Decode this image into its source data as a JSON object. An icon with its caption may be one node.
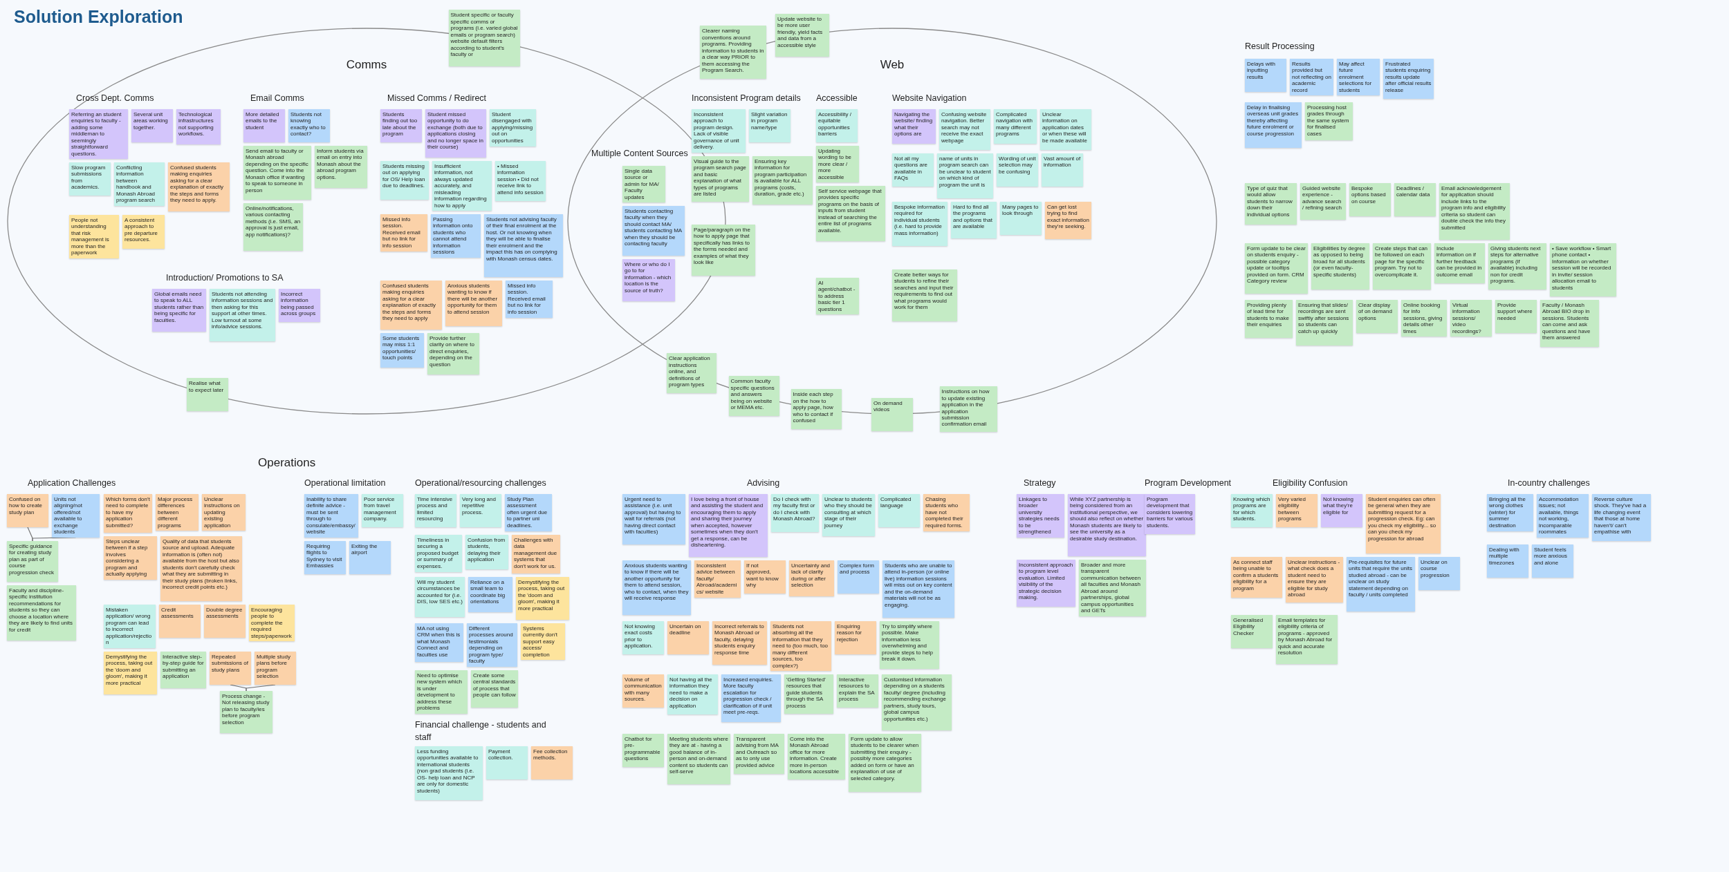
{
  "diagram": {
    "title": "Solution Exploration",
    "nodes": [
      {
        "text": [
          "Comms"
        ]
      },
      {
        "text": [
          "Web"
        ]
      },
      {
        "text": [
          "Student specific or faculty specific comms or programs (i.e. varied global emails or program search) website default filters according to student's faculty or"
        ]
      },
      {
        "text": [
          "Referring an student enquiries to faculty - adding some middleman to seemingly straightforward questions."
        ],
        "in": 0
      },
      {
        "text": [
          "Several unit areas working together."
        ],
        "in": 0
      },
      {
        "text": [
          "Technological infrastructures not supporting workflows."
        ],
        "in": 0
      },
      {
        "text": [
          "Slow program submissions from academics."
        ],
        "in": 0
      },
      {
        "text": [
          "Conflicting information between handbook and Monash Abroad program search"
        ],
        "in": 0
      },
      {
        "text": [
          "Confused students making enquiries asking for a clear explanation of exactly the steps and forms they need to apply."
        ],
        "in": 0
      },
      {
        "text": [
          "People not understanding that risk management is more than the paperwork"
        ],
        "in": 0
      },
      {
        "text": [
          "A consistent approach to pre departure resources."
        ],
        "in": 0
      },
      {
        "text": [
          "More detailed emails to the student"
        ],
        "in": 0
      },
      {
        "text": [
          "Students not knowing exactly who to contact?"
        ],
        "in": 0
      },
      {
        "text": [
          "Send email to faculty or Monash abroad depending on the specific question. Come into the Monash office if wanting to speak to someone in person"
        ],
        "in": 0
      },
      {
        "text": [
          "Inform students via email on entry into Monash about the abroad program options."
        ],
        "in": 0
      },
      {
        "text": [
          "Online/notifications, various contacting methods (i.e. SMS, an approval is just email, app notifications)?"
        ],
        "in": 0
      },
      {
        "text": [
          "Students finding out too late about the program"
        ],
        "in": 0
      },
      {
        "text": [
          "Student missed opportunity to do exchange (both due to applications closing and no longer space in their course)"
        ],
        "in": 0
      },
      {
        "text": [
          "Student disengaged with applying/missing out on opportunities"
        ],
        "in": 0
      },
      {
        "text": [
          "Students missing out on applying for OS/ Help loan due to deadlines."
        ],
        "in": 0
      },
      {
        "text": [
          "Insufficient information, not always updated accurately, and misleading information regarding how to apply"
        ],
        "in": 0
      },
      {
        "text": [
          "• Missed information session • Did not receive link to attend info session"
        ],
        "in": 0
      },
      {
        "text": [
          "Missed info session. Received email but no link for info session"
        ],
        "in": 0
      },
      {
        "text": [
          "Passing information onto students who cannot attend information sessions"
        ],
        "in": 0
      },
      {
        "text": [
          "Students not advising faculty of their final enrolment at the host. Or not knowing when they will be able to finalise their enrolment and the impact this has on complying with Monash census dates."
        ],
        "in": 0
      },
      {
        "text": [
          "Confused students making enquiries asking for a clear explanation of exactly the steps and forms they need to apply"
        ],
        "in": 0
      },
      {
        "text": [
          "Anxious students wanting to know if there will be another opportunity for them to attend session"
        ],
        "in": 0
      },
      {
        "text": [
          "Missed info session. Received email but no link for info session"
        ],
        "in": 0
      },
      {
        "text": [
          "Some students may miss 1:1 opportunities/ touch points"
        ],
        "in": 0
      },
      {
        "text": [
          "Provide further clarity on where to direct enquiries, depending on the question"
        ],
        "in": 0
      },
      {
        "text": [
          "Global emails need to speak to ALL students rather than being specific for faculties."
        ],
        "in": 0
      },
      {
        "text": [
          "Students not attending information sessions and then asking for this support at other times. Low turnout at some info/advice sessions."
        ],
        "in": 0
      },
      {
        "text": [
          "Incorrect information being passed across groups"
        ],
        "in": 0
      },
      {
        "text": [
          "Realise what to expect later"
        ]
      },
      {
        "text": [
          "Clearer naming conventions around programs. Providing information to students in a clear way PRIOR to them accessing the Program Search."
        ]
      },
      {
        "text": [
          "Update website to be more user friendly, yield facts and data from a accessible style"
        ]
      },
      {
        "text": [
          "Single data source or admin for MA/ Faculty updates"
        ]
      },
      {
        "text": [
          "Where or who do I go to for information - which location is the source of truth?"
        ]
      },
      {
        "text": [
          "Students contacting faculty when they should contact MA/ students contacting MA when they should be contacting faculty"
        ]
      },
      {
        "text": [
          "Inconsistent approach to program design. Lack of visible governance of unit delivery."
        ],
        "in": 1
      },
      {
        "text": [
          "Slight variation in program name/type"
        ],
        "in": 1
      },
      {
        "text": [
          "Visual guide to the program search page and basic explanation of what types of programs are listed"
        ],
        "in": 1
      },
      {
        "text": [
          "Ensuring key information for program participation is available for ALL programs (costs, duration, grade etc.)"
        ],
        "in": 1
      },
      {
        "text": [
          "Accessibility / equitable opportunities barriers"
        ],
        "in": 1
      },
      {
        "text": [
          "Updating wording to be more clear / more accessible"
        ],
        "in": 1
      },
      {
        "text": [
          "Self service webpage that provides specific programs on the basis of inputs from student instead of searching the entire list of programs available."
        ],
        "in": 1
      },
      {
        "text": [
          "Navigating the website/ finding what their options are"
        ],
        "in": 1
      },
      {
        "text": [
          "Confusing website navigation. Better search may not receive the exact webpage"
        ],
        "in": 1
      },
      {
        "text": [
          "Complicated navigation with many different programs"
        ],
        "in": 1
      },
      {
        "text": [
          "Unclear information on application dates or when these will be made available"
        ],
        "in": 1
      },
      {
        "text": [
          "Not all my questions are available in FAQs"
        ],
        "in": 1
      },
      {
        "text": [
          "name of units in program search can be unclear to student on which kind of program the unit is"
        ],
        "in": 1
      },
      {
        "text": [
          "Wording of unit selection may be confusing"
        ],
        "in": 1
      },
      {
        "text": [
          "Vast amount of information"
        ],
        "in": 1
      },
      {
        "text": [
          "Bespoke information required for individual students (i.e. hard to provide mass information)"
        ],
        "in": 1
      },
      {
        "text": [
          "Hard to find all the programs and options that are available"
        ],
        "in": 1
      },
      {
        "text": [
          "Many pages to look through"
        ],
        "in": 1
      },
      {
        "text": [
          "Can get lost trying to find exact information they're seeking."
        ],
        "in": 1
      },
      {
        "text": [
          "Page/paragraph on the how to apply page that specifically has links to the forms needed and examples of what they look like"
        ],
        "in": 1
      },
      {
        "text": [
          "AI agent/chatbot - to address basic tier 1 questions"
        ],
        "in": 1
      },
      {
        "text": [
          "Create better ways for students to refine their searches and input their requirements to find out what programs would work for them"
        ],
        "in": 1
      },
      {
        "text": [
          "Clear application instructions online, and definitions of program types"
        ]
      },
      {
        "text": [
          "Common faculty specific questions and answers being on website or MEMA etc."
        ]
      },
      {
        "text": [
          "Inside each step on the how to apply page, how who to contact if confused"
        ]
      },
      {
        "text": [
          "On demand videos"
        ]
      },
      {
        "text": [
          "Instructions on how to update existing application in the application submission confirmation email"
        ]
      },
      {
        "text": [
          "Type of quiz that would allow students to narrow down their individual options"
        ]
      },
      {
        "text": [
          "Guided website experience - advance search / refining search"
        ]
      },
      {
        "text": [
          "Bespoke options based on course"
        ]
      },
      {
        "text": [
          "Deadlines / calendar data"
        ]
      },
      {
        "text": [
          "Email acknowledgement for application should include links to the program info and eligibility criteria so student can double check the info they submitted"
        ]
      },
      {
        "text": [
          "Form update to be clear on students enquiry - possible category update or tooltips provided on form. CRM Category review"
        ]
      },
      {
        "text": [
          "Delays with inputting results"
        ]
      },
      {
        "text": [
          "Results provided but not reflecting on academic record"
        ]
      },
      {
        "text": [
          "May affect future enrolment selections for students"
        ]
      },
      {
        "text": [
          "Frustrated students enquiring results update after official results release"
        ]
      },
      {
        "text": [
          "Delay in finalising overseas unit grades thereby affecting future enrolment or course progression"
        ]
      },
      {
        "text": [
          "Processing host grades through the same system for finalised cases"
        ]
      },
      {
        "text": [
          "Eligibilities by degree as opposed to being broad for all students (or even faculty-specific students)"
        ]
      },
      {
        "text": [
          "Create steps that can be followed on each page for the specific program. Try not to overcomplicate it."
        ]
      },
      {
        "text": [
          "Include information on if further feedback can be provided in outcome email"
        ]
      },
      {
        "text": [
          "Giving students next steps for alternative programs (if available) including non for credit programs."
        ]
      },
      {
        "text": [
          "• Save workflow • Smart phone contact • Information on whether session will be recorded in invite/ session allocation email to students"
        ]
      },
      {
        "text": [
          "Providing plenty of lead time for students to make their enquiries"
        ]
      },
      {
        "text": [
          "Ensuring that slides/ recordings are sent swiftly after sessions so students can catch up quickly"
        ]
      },
      {
        "text": [
          "Clear display of on demand options"
        ]
      },
      {
        "text": [
          "Online booking for info sessions, giving details other times"
        ]
      },
      {
        "text": [
          "Virtual information sessions/ video recordings?"
        ]
      },
      {
        "text": [
          "Provide support where needed"
        ]
      },
      {
        "text": [
          "Faculty / Monash Abroad BIO drop in sessions. Students can come and ask questions and have them answered"
        ]
      },
      {
        "text": [
          "Which forms don't need to complete to have my application submitted?"
        ]
      },
      {
        "text": [
          "Major process differences between different programs"
        ]
      },
      {
        "text": [
          "Unclear instructions on updating existing application"
        ]
      },
      {
        "text": [
          "Steps unclear between if a step involves considering a program and actually applying"
        ]
      },
      {
        "text": [
          "Confused on how to create study plan"
        ]
      },
      {
        "text": [
          "Units not aligning/not offered/not available to exchange students"
        ]
      },
      {
        "text": [
          "Specific guidance for creating study plan as part of course progression check"
        ]
      },
      {
        "text": [
          "Quality of data that students source and upload. Adequate information is (often not) available from the host but also students don't carefully check what they are submitting in their study plans (broken links, incorrect credit points etc.)"
        ]
      },
      {
        "text": [
          "Mistaken application/ wrong program can lead to incorrect application/rejection"
        ]
      },
      {
        "text": [
          "Credit assessments"
        ]
      },
      {
        "text": [
          "Double degree assessments"
        ]
      },
      {
        "text": [
          "Encouraging people to complete the required steps/paperwork"
        ]
      },
      {
        "text": [
          "Demystifying the process, taking out the 'doom and gloom', making it more practical"
        ]
      },
      {
        "text": [
          "Repeated submissions of study plans"
        ]
      },
      {
        "text": [
          "Multiple study plans before program selection"
        ]
      },
      {
        "text": [
          "Process change - Not releasing study plan to faculty/ies before program selection"
        ]
      },
      {
        "text": [
          "Faculty and discipline-specific institution recommendations for students so they can choose a location where they are likely to find units for credit"
        ]
      },
      {
        "text": [
          "Interactive step-by-step guide for submitting an application"
        ]
      },
      {
        "text": [
          "Inability to share definite advice - must be sent through to consulate/embassy/ website"
        ]
      },
      {
        "text": [
          "Poor service from travel management company."
        ]
      },
      {
        "text": [
          "Requiring flights to Sydney to visit Embassies"
        ]
      },
      {
        "text": [
          "Exiting the airport"
        ]
      },
      {
        "text": [
          "Time intensive process and limited resourcing"
        ]
      },
      {
        "text": [
          "Very long and repetitive process."
        ]
      },
      {
        "text": [
          "Study Plan assessment often urgent due to partner uni deadlines."
        ]
      },
      {
        "text": [
          "Timeliness in securing a proposed budget or summary of expenses."
        ]
      },
      {
        "text": [
          "Confusion from students, delaying their application"
        ]
      },
      {
        "text": [
          "Challenges with data management due systems that don't work for us."
        ]
      },
      {
        "text": [
          "Will my student circumstances be accounted for (i.e. DIS, low SES etc.)"
        ]
      },
      {
        "text": [
          "Reliance on a small team to coordinate big orientations"
        ]
      },
      {
        "text": [
          "Demystifying the process, taking out the 'doom and gloom', making it more practical"
        ]
      },
      {
        "text": [
          "MA not using CRM when this is what Monash Connect and faculties use"
        ]
      },
      {
        "text": [
          "Different processes around testimonials depending on program type/ faculty"
        ]
      },
      {
        "text": [
          "Systems currently don't support easy access/ completion"
        ]
      },
      {
        "text": [
          "Need to optimise new system which is under development to address these problems"
        ]
      },
      {
        "text": [
          "Create some central standards of process that people can follow"
        ]
      },
      {
        "text": [
          "Less funding opportunities available to international students (non grad students (i.e. OS- help loan and NCP are only for domestic students)"
        ]
      },
      {
        "text": [
          "Payment collection."
        ]
      },
      {
        "text": [
          "Fee collection methods."
        ]
      },
      {
        "text": [
          "Urgent need to assistance (i.e. unit approval) but having to wait for referrals (not having direct contact with faculties)"
        ]
      },
      {
        "text": [
          "I love being a front of house and assisting the student and encouraging them to apply and sharing their journey when accepted, however sometimes when they don't get a response, can be disheartening."
        ]
      },
      {
        "text": [
          "Do I check with my faculty first or do I check with Monash Abroad?"
        ]
      },
      {
        "text": [
          "Unclear to students who they should be consulting at which stage of their journey"
        ]
      },
      {
        "text": [
          "Complicated language"
        ]
      },
      {
        "text": [
          "Chasing students who have not completed their required forms."
        ]
      },
      {
        "text": [
          "Anxious students wanting to know if there will be another opportunity for them to attend session, who to contact, when they will receive response"
        ]
      },
      {
        "text": [
          "Inconsistent advice between faculty/ Abroad/academics/ website"
        ]
      },
      {
        "text": [
          "If not approved, want to know why"
        ]
      },
      {
        "text": [
          "Uncertainty and lack of clarity during or after selection"
        ]
      },
      {
        "text": [
          "Complex form and process"
        ]
      },
      {
        "text": [
          "Students who are unable to attend in-person (or online live) information sessions will miss out on key content and the on-demand materials will not be as engaging."
        ]
      },
      {
        "text": [
          "Not knowing exact costs prior to application."
        ]
      },
      {
        "text": [
          "Uncertain on deadline"
        ]
      },
      {
        "text": [
          "Incorrect referrals to Monash Abroad or faculty, delaying students enquiry response time"
        ]
      },
      {
        "text": [
          "Students not absorbing all the information that they need to (too much, too many different sources, too complex?)"
        ]
      },
      {
        "text": [
          "Enquiring reason for rejection"
        ]
      },
      {
        "text": [
          "Try to simplify where possible. Make information less overwhelming and provide steps to help break it down."
        ]
      },
      {
        "text": [
          "Volume of communication with many sources."
        ]
      },
      {
        "text": [
          "Not having all the information they need to make a decision on application"
        ]
      },
      {
        "text": [
          "Increased enquiries. More faculty escalation for progression check / clarification of if unit meet pre-reqs."
        ]
      },
      {
        "text": [
          "'Getting Started' resources that guide students through the SA process"
        ]
      },
      {
        "text": [
          "Interactive resources to explain the SA process"
        ]
      },
      {
        "text": [
          "Customised information depending on a students faculty/ degree (including recommending exchange partners, study tours, global campus opportunities etc.)"
        ]
      },
      {
        "text": [
          "Chatbot for pre-programmable questions"
        ]
      },
      {
        "text": [
          "Meeting students where they are at - having a good balance of in-person and on-demand content so students can self-serve"
        ]
      },
      {
        "text": [
          "Transparent advising from MA and Outreach so as to only use provided advice"
        ]
      },
      {
        "text": [
          "Come into the Monash Abroad office for more information. Create more in-person locations accessible"
        ]
      },
      {
        "text": [
          "Form update to allow students to be clearer when submitting their enquiry - possibly more categories added on form or have an explanation of use of selected category."
        ]
      },
      {
        "text": [
          "Linkages to broader university strategies needs to be strengthened"
        ]
      },
      {
        "text": [
          "While XYZ partnership is being considered from an institutional perspective, we should also reflect on whether Monash students are likely to see the university as a desirable study destination."
        ]
      },
      {
        "text": [
          "Inconsistent approach to program level evaluation. Limited visibility of the strategic decision making."
        ]
      },
      {
        "text": [
          "Broader and more transparent communication between all faculties and Monash Abroad around partnerships, global campus opportunities and GETs"
        ]
      },
      {
        "text": [
          "Program development that considers lowering barriers for various students."
        ]
      },
      {
        "text": [
          "Knowing which programs are for which students."
        ]
      },
      {
        "text": [
          "Very varied eligibility between programs"
        ]
      },
      {
        "text": [
          "Not knowing what they're eligible for"
        ]
      },
      {
        "text": [
          "Student enquiries can often be general when they are submitting request for a progression check. Eg: can you check my eligibility... so can you check my progression for abroad"
        ]
      },
      {
        "text": [
          "As connect staff being unable to confirm a students eligibility for a program"
        ]
      },
      {
        "text": [
          "Unclear instructions - what check does a student need to ensure they are eligible for study abroad"
        ]
      },
      {
        "text": [
          "Pre-requisites for future units that require the units studied abroad - can be unclear on study statement depending on faculty / units completed"
        ]
      },
      {
        "text": [
          "Unclear on course progression"
        ]
      },
      {
        "text": [
          "Generalised Eligibility Checker"
        ]
      },
      {
        "text": [
          "Email templates for eligibility criteria of programs - approved by Monash Abroad for quick and accurate resolution"
        ]
      },
      {
        "text": [
          "Bringing all the wrong clothes (winter) for summer destination"
        ]
      },
      {
        "text": [
          "Accommodation issues; not available, things not working, incomparable roommates"
        ]
      },
      {
        "text": [
          "Reverse culture shock. They've had a life changing event that those at home haven't/ can't empathise with"
        ]
      },
      {
        "text": [
          "Dealing with multiple timezones"
        ]
      },
      {
        "text": [
          "Student feels more anxious and alone"
        ]
      }
    ],
    "edges": [
      {
        "from": 94,
        "to": 96,
        "arrow": "none"
      },
      {
        "from": 95,
        "to": 96,
        "arrow": "none"
      },
      {
        "from": 103,
        "to": 105,
        "arrow": "none"
      },
      {
        "from": 104,
        "to": 105,
        "arrow": "none"
      }
    ],
    "labels": [
      "Cross Dept. Comms",
      "Email Comms",
      "Missed Comms / Redirect",
      "Introduction/ Promotions to SA",
      "Multiple Content Sources",
      "Inconsistent Program details",
      "Accessible",
      "Website Navigation",
      "Result Processing",
      "Operations",
      "Application Challenges",
      "Operational limitation",
      "Operational/resourcing challenges",
      "Advising",
      "Strategy",
      "Program Development",
      "Eligibility Confusion",
      "In-country challenges",
      "Financial challenge - students and staff"
    ]
  }
}
